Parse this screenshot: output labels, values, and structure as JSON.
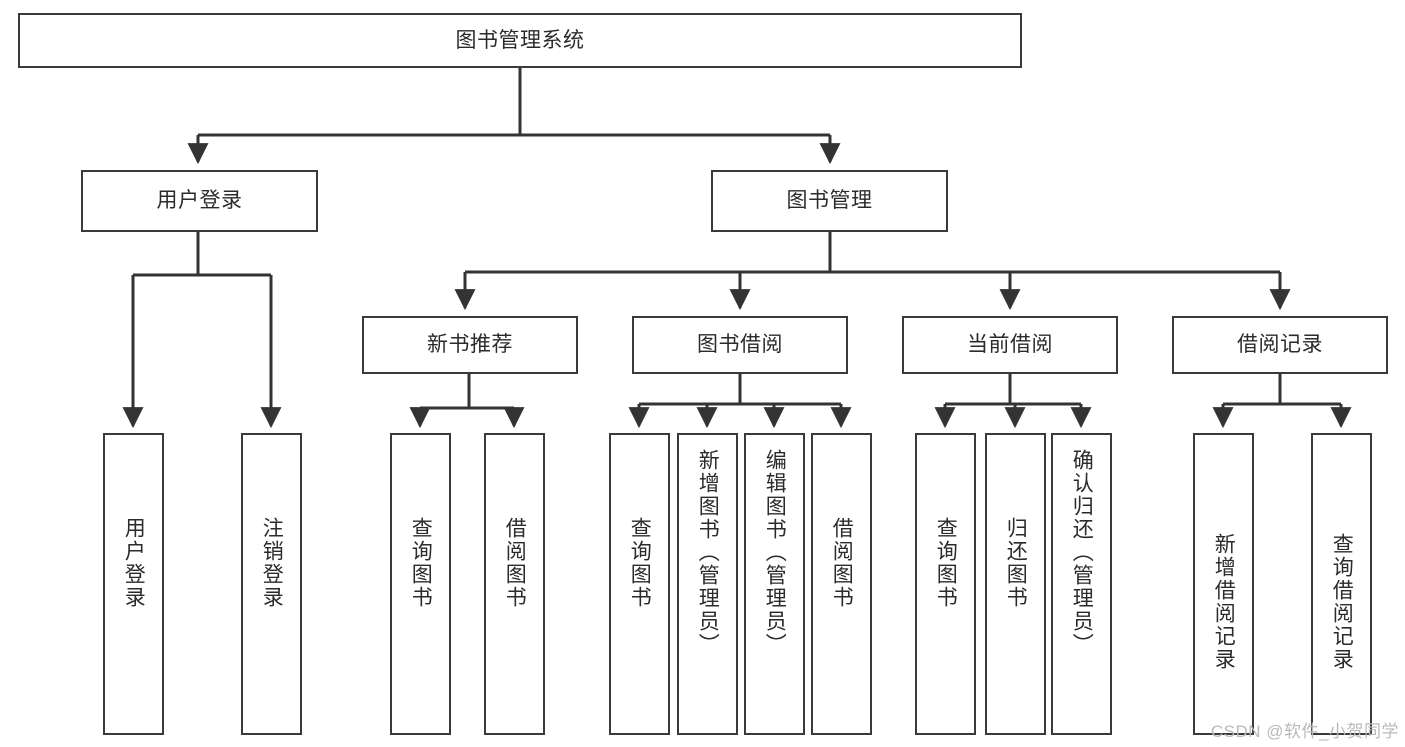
{
  "diagram": {
    "type": "tree-hierarchy-chart",
    "title": "图书管理系统",
    "watermark": "CSDN @软件_小贺同学",
    "colors": {
      "box_border": "#3a3a3a",
      "box_fill": "#ffffff",
      "connector": "#333333",
      "text": "#2b2b2b",
      "watermark": "#b9b9b9",
      "background": "#ffffff"
    },
    "root": {
      "label": "图书管理系统"
    },
    "level2": [
      {
        "label": "用户登录"
      },
      {
        "label": "图书管理"
      }
    ],
    "level3": [
      {
        "label": "新书推荐"
      },
      {
        "label": "图书借阅"
      },
      {
        "label": "当前借阅"
      },
      {
        "label": "借阅记录"
      }
    ],
    "leaves": {
      "user_login": [
        {
          "label": "用户登录"
        },
        {
          "label": "注销登录"
        }
      ],
      "new_book": [
        {
          "label": "查询图书"
        },
        {
          "label": "借阅图书"
        }
      ],
      "book_borrow": [
        {
          "label": "查询图书"
        },
        {
          "label": "新增图书（管理员）"
        },
        {
          "label": "编辑图书（管理员）"
        },
        {
          "label": "借阅图书"
        }
      ],
      "current_borrow": [
        {
          "label": "查询图书"
        },
        {
          "label": "归还图书"
        },
        {
          "label": "确认归还（管理员）"
        }
      ],
      "borrow_record": [
        {
          "label": "新增借阅记录"
        },
        {
          "label": "查询借阅记录"
        }
      ]
    }
  }
}
